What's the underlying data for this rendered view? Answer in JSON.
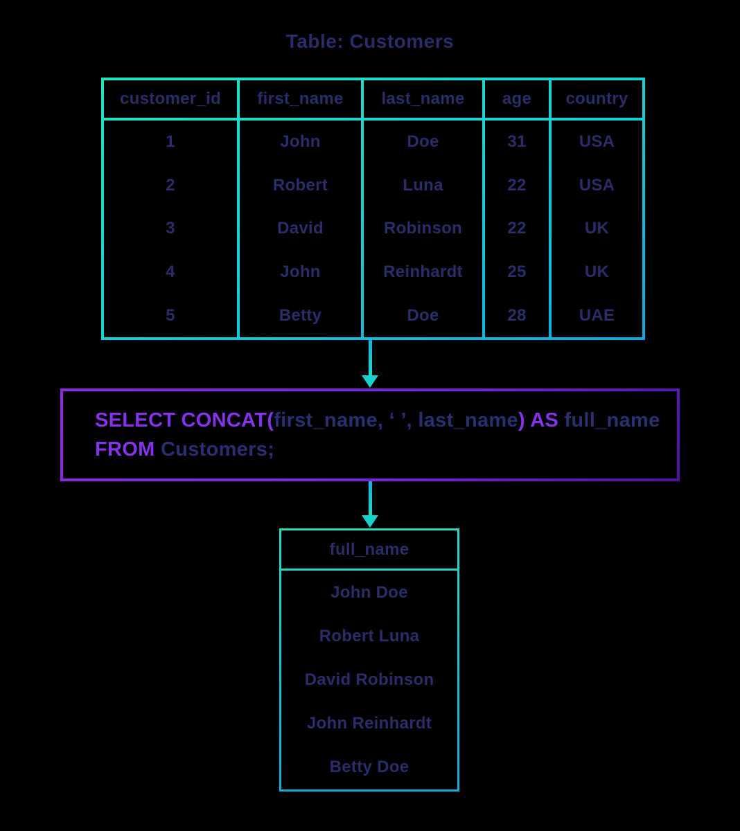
{
  "title": "Table: Customers",
  "main_table": {
    "columns": [
      "customer_id",
      "first_name",
      "last_name",
      "age",
      "country"
    ],
    "rows": [
      [
        "1",
        "John",
        "Doe",
        "31",
        "USA"
      ],
      [
        "2",
        "Robert",
        "Luna",
        "22",
        "USA"
      ],
      [
        "3",
        "David",
        "Robinson",
        "22",
        "UK"
      ],
      [
        "4",
        "John",
        "Reinhardt",
        "25",
        "UK"
      ],
      [
        "5",
        "Betty",
        "Doe",
        "28",
        "UAE"
      ]
    ]
  },
  "query": {
    "seg1": "SELECT CONCAT(",
    "seg2": "first_name, ‘ ’, last_name",
    "seg3": ") AS ",
    "seg4": "full_name",
    "seg5": "FROM ",
    "seg6": "Customers;"
  },
  "result_table": {
    "header": "full_name",
    "rows": [
      "John Doe",
      "Robert Luna",
      "David Robinson",
      "John Reinhardt",
      "Betty Doe"
    ]
  },
  "colors": {
    "background": "#000000",
    "text_navy": "#2a2d68",
    "keyword_purple": "#8433ea",
    "query_border_gradient": [
      "#8f29e6",
      "#4c12a6"
    ],
    "table_border_gradient": [
      "#20e6c0",
      "#0fa8e2"
    ],
    "arrow_cyan": "#17d2cc"
  }
}
